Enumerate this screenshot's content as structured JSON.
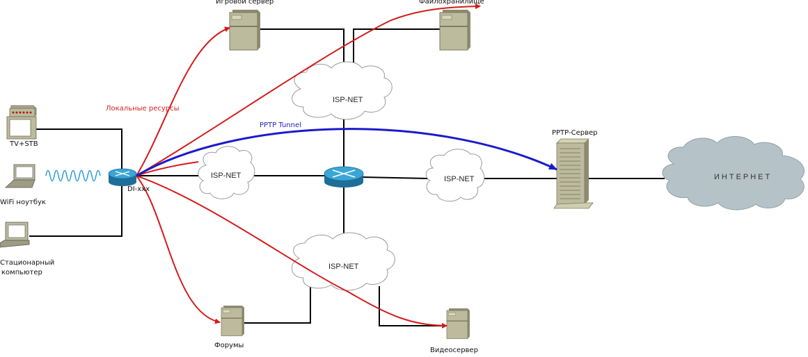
{
  "diagram": {
    "annotations": {
      "local_resources": "Локальные ресурсы",
      "pptp_tunnel": "PPTP Tunnel"
    },
    "colors": {
      "local_traffic": "#d41a1a",
      "pptp_tunnel": "#1a1acc",
      "wired_link": "#000000",
      "wifi_link": "#2a9ad0",
      "internet_cloud": "#b5c3c8",
      "server": "#bdbb9e",
      "router": "#2a8ec0"
    },
    "clients": [
      {
        "id": "tv-stb",
        "label": "TV+STB",
        "icon": "tv-settop-box-icon"
      },
      {
        "id": "wifi-laptop",
        "label": "WiFi ноутбук",
        "icon": "laptop-icon"
      },
      {
        "id": "desktop",
        "label_line1": "Стационарный",
        "label_line2": "компьютер",
        "icon": "desktop-computer-icon"
      }
    ],
    "home_router": {
      "label": "DI-xxx",
      "icon": "router-icon"
    },
    "core_router": {
      "label": "",
      "icon": "router-icon"
    },
    "isp_clouds": [
      {
        "id": "isp-top",
        "label": "ISP-NET"
      },
      {
        "id": "isp-left",
        "label": "ISP-NET"
      },
      {
        "id": "isp-right",
        "label": "ISP-NET"
      },
      {
        "id": "isp-bottom",
        "label": "ISP-NET"
      }
    ],
    "servers": [
      {
        "id": "game",
        "label": "Игровой сервер",
        "icon": "server-icon"
      },
      {
        "id": "files",
        "label": "Файлохранилище",
        "icon": "server-icon"
      },
      {
        "id": "forums",
        "label": "Форумы",
        "icon": "server-icon"
      },
      {
        "id": "video",
        "label": "Видеосервер",
        "icon": "server-icon"
      }
    ],
    "pptp_server": {
      "label": "PPTP-Сервер",
      "icon": "tower-server-icon"
    },
    "internet": {
      "label": "ИНТЕРНЕТ",
      "icon": "cloud-icon"
    }
  }
}
